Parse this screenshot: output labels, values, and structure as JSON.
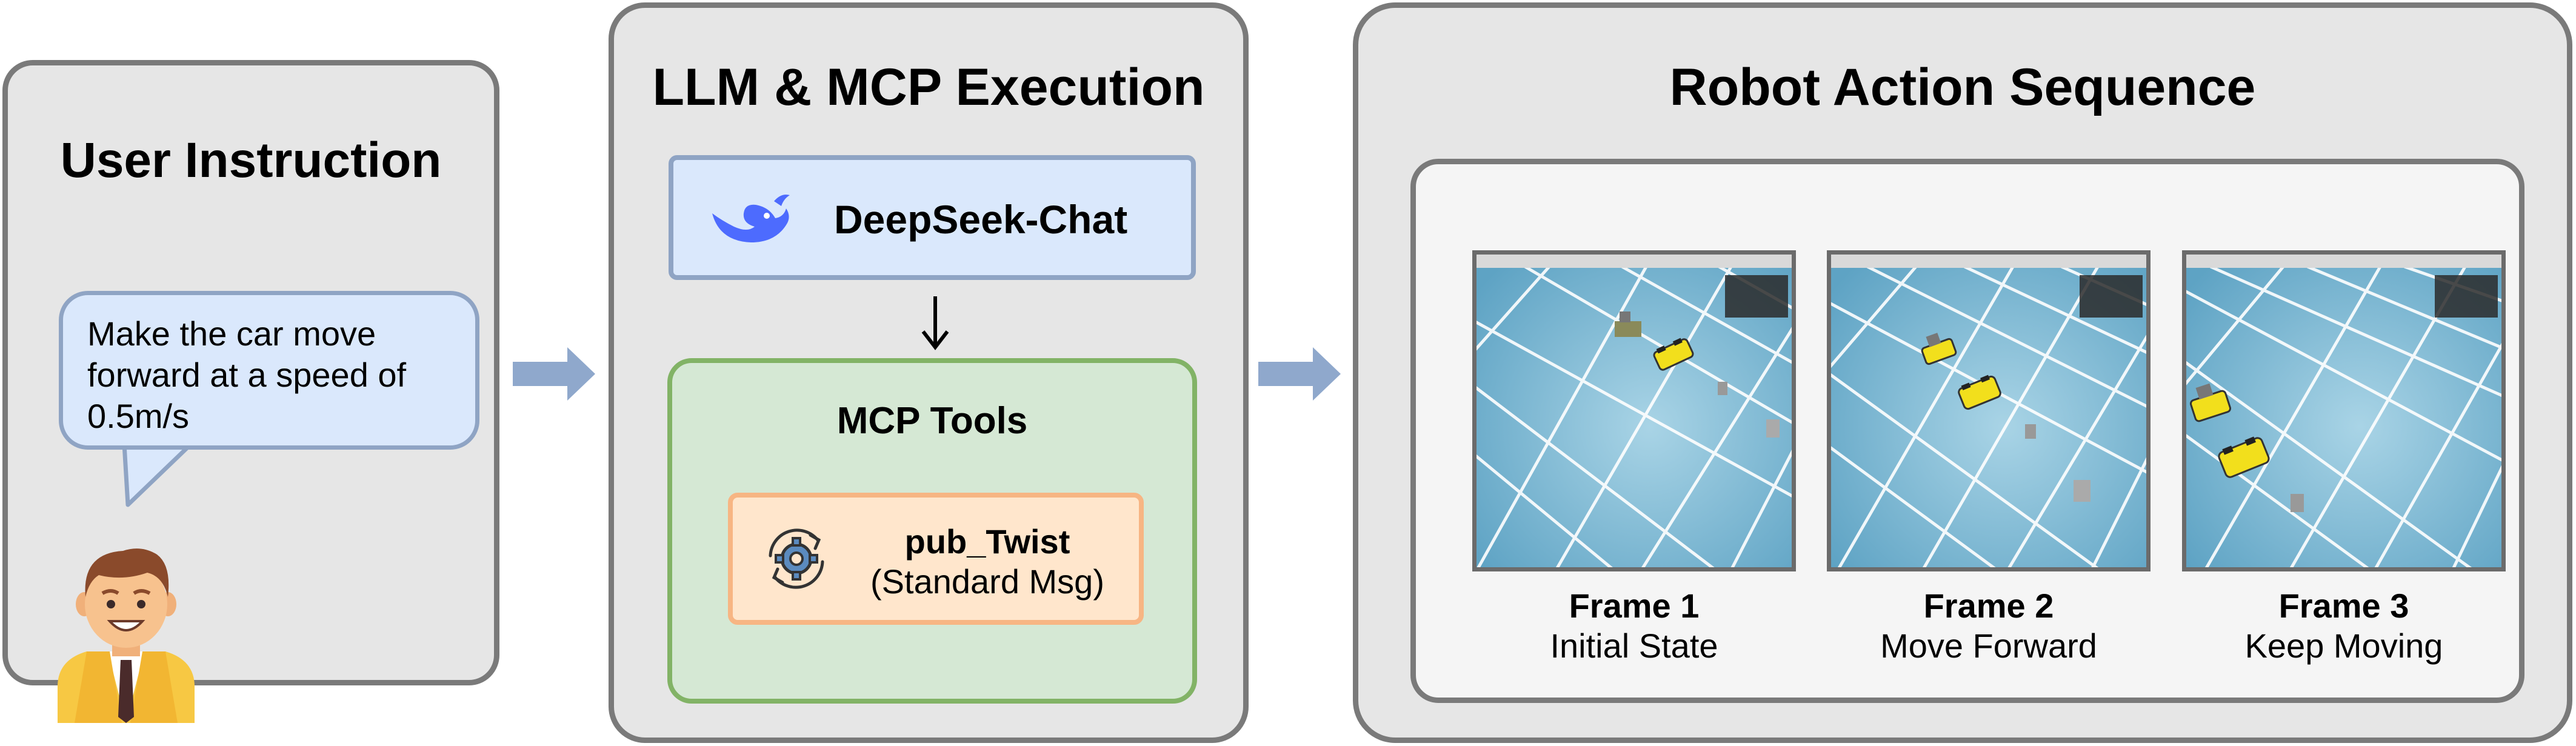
{
  "user_panel": {
    "title": "User Instruction",
    "instruction": "Make the car move forward at a speed of 0.5m/s"
  },
  "llm_panel": {
    "title": "LLM & MCP Execution",
    "model_name": "DeepSeek-Chat",
    "tools_title": "MCP Tools",
    "tool_name": "pub_Twist",
    "tool_type": "(Standard Msg)"
  },
  "robot_panel": {
    "title": "Robot Action Sequence",
    "frames": [
      {
        "title": "Frame 1",
        "caption": "Initial State"
      },
      {
        "title": "Frame 2",
        "caption": "Move Forward"
      },
      {
        "title": "Frame 3",
        "caption": "Keep Moving"
      }
    ]
  },
  "colors": {
    "panel_fill": "#e6e6e6",
    "panel_border": "#7a7a7a",
    "blue_fill": "#dae8fc",
    "blue_border": "#8fa4c4",
    "green_fill": "#d5e8d4",
    "green_border": "#82b366",
    "orange_fill": "#ffe6cc",
    "orange_border": "#f7b583",
    "arrow": "#8fa8cc",
    "deepseek_blue": "#4d6bfe"
  },
  "icons": {
    "model": "deepseek-whale-icon",
    "tool": "gear-cycle-icon",
    "user": "user-avatar-icon"
  }
}
